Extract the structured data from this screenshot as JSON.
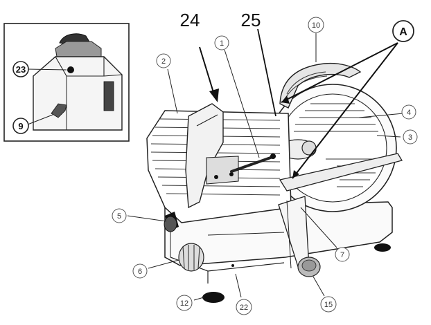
{
  "diagram": {
    "labels_big": {
      "l24": "24",
      "l25": "25"
    },
    "callouts": {
      "c1": "1",
      "c2": "2",
      "c3": "3",
      "c4": "4",
      "c5": "5",
      "c6": "6",
      "c7": "7",
      "c9": "9",
      "c10": "10",
      "c12": "12",
      "c15": "15",
      "c22": "22",
      "c23": "23",
      "cA": "A"
    },
    "colors": {
      "line": "#222222",
      "shade": "#777777",
      "dark": "#111111",
      "mid": "#bbbbbb"
    }
  }
}
